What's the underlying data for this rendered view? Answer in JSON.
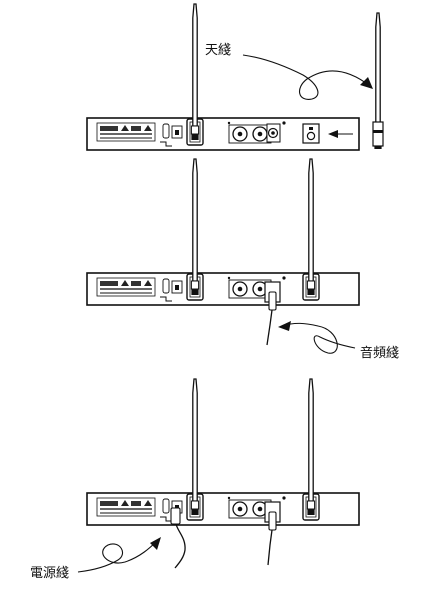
{
  "labels": {
    "antenna": "天綫",
    "audio_cable": "音頻綫",
    "power_cable": "電源綫"
  },
  "steps": [
    {
      "name": "antenna-installation",
      "callout": "antenna"
    },
    {
      "name": "audio-cable-connection",
      "callout": "audio_cable"
    },
    {
      "name": "power-cable-connection",
      "callout": "power_cable"
    }
  ],
  "colors": {
    "line": "#111111",
    "panel": "#ffffff",
    "shade": "#555555"
  }
}
